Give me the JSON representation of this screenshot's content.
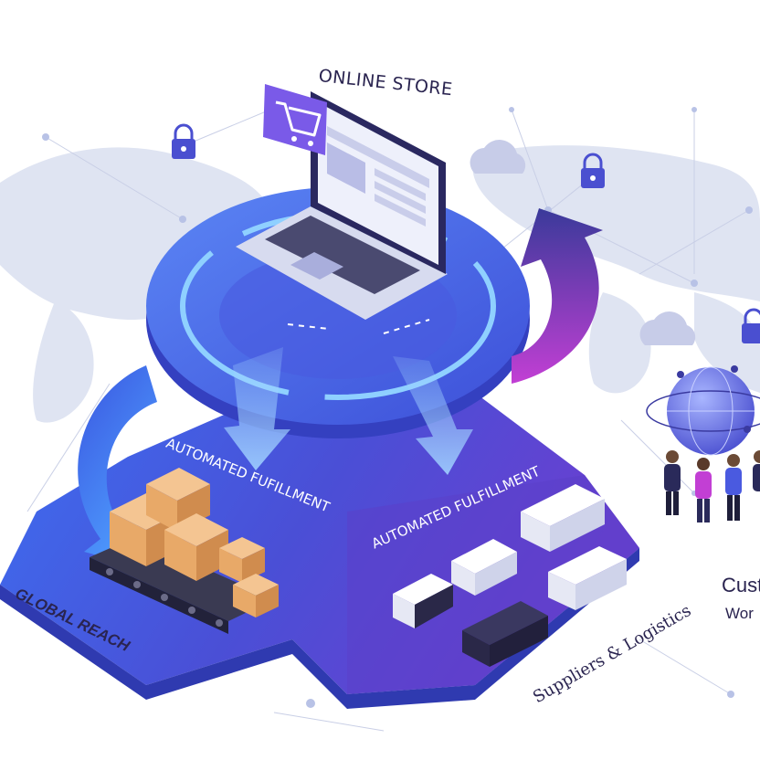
{
  "labels": {
    "online_store": "ONLINE STORE",
    "automated_fulfillment_left": "AUTOMATED FUFILLMENT",
    "automated_fulfillment_right": "AUTOMATED FULFILLMENT",
    "global_reach": "GLOBAL REACH",
    "suppliers_logistics": "Suppliers & Logistics",
    "customers_truncated": "Cust",
    "worldwide_truncated": "Wor"
  },
  "colors": {
    "primary_blue": "#3f5ce8",
    "deep_indigo": "#4a3fc4",
    "violet": "#7a4fe0",
    "light_blue": "#6fa0ff",
    "navy": "#2a2450",
    "box_tan": "#e8a968",
    "map_gray": "#dfe4f2"
  },
  "icons": [
    "lock-icon",
    "cloud-icon",
    "cart-icon",
    "laptop-icon",
    "globe-icon",
    "package-icon",
    "truck-icon",
    "conveyor-icon",
    "person-icon"
  ]
}
